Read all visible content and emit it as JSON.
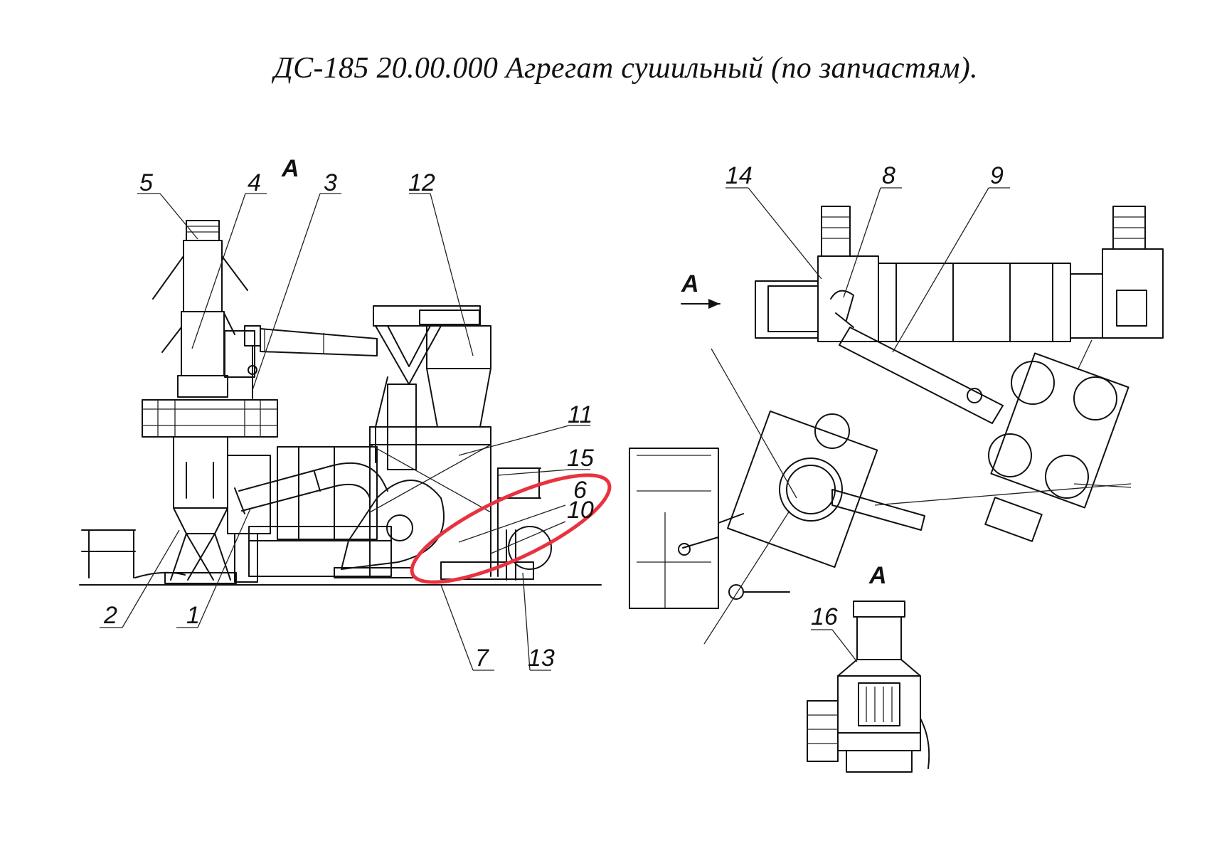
{
  "title": "ДС-185 20.00.000  Агрегат сушильный (по запчастям).",
  "view_marks": {
    "left_view": "А",
    "arrow_view": "А",
    "bottom_view": "А"
  },
  "callouts": {
    "c1": "1",
    "c2": "2",
    "c3": "3",
    "c4": "4",
    "c5": "5",
    "c6": "6",
    "c7": "7",
    "c8": "8",
    "c9": "9",
    "c10": "10",
    "c11": "11",
    "c12": "12",
    "c13": "13",
    "c14": "14",
    "c15": "15",
    "c16": "16"
  },
  "colors": {
    "line": "#111111",
    "highlight": "#e8323f"
  }
}
